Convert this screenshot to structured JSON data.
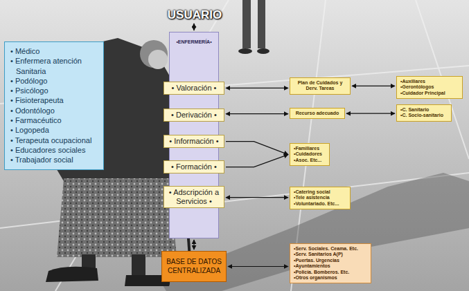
{
  "diagram": {
    "nodes": [
      {
        "text": [
          "USUARIO"
        ]
      },
      {
        "text": [
          "•ENFERMERÍA•"
        ]
      },
      {
        "text": [
          "• Valoración •"
        ],
        "in": 1
      },
      {
        "text": [
          "• Derivación •"
        ],
        "in": 1
      },
      {
        "text": [
          "• Información •"
        ],
        "in": 1
      },
      {
        "text": [
          "• Formación •"
        ],
        "in": 1
      },
      {
        "text": [
          "• Adscripción a Servicios •"
        ],
        "in": 1
      },
      {
        "text": [
          "• Médico",
          "• Enfermera atención Sanitaria",
          "• Podólogo",
          "• Psicólogo",
          "• Fisioterapeuta",
          "• Odontólogo",
          "• Farmacéutico",
          "• Logopeda",
          "• Terapeuta ocupacional",
          "• Educadores sociales",
          "• Trabajador social"
        ]
      },
      {
        "text": [
          "Plan de Cuidados y Derv. Tareas"
        ]
      },
      {
        "text": [
          "•Auxiliares",
          "•Gerontólogos",
          "•Cuidador Principal"
        ]
      },
      {
        "text": [
          "Recurso adecuado"
        ]
      },
      {
        "text": [
          "•C. Sanitario",
          "•C. Socio-sanitario"
        ]
      },
      {
        "text": [
          "•Familiares",
          "•Cuidadores",
          "•Asoc. Etc..."
        ]
      },
      {
        "text": [
          "•Catering social",
          "•Tele asistencia",
          "•Voluntariado. Etc..."
        ]
      },
      {
        "text": [
          "BASE DE DATOS CENTRALIZADA"
        ]
      },
      {
        "text": [
          "•Serv. Sociales. Ceama. Etc.",
          "•Serv. Sanitarios A(P)",
          "•Puertas. Urgencias",
          "•Ayuntamientos",
          "•Policía. Bomberos. Etc.",
          "•Otros organismos"
        ]
      }
    ],
    "edges": [
      {
        "from": 0,
        "to": 1,
        "arrow": "both"
      },
      {
        "from": 2,
        "to": 8,
        "arrow": "both"
      },
      {
        "from": 8,
        "to": 9,
        "arrow": "both"
      },
      {
        "from": 3,
        "to": 10,
        "arrow": "both"
      },
      {
        "from": 10,
        "to": 11,
        "arrow": "both"
      },
      {
        "from": 4,
        "to": 12,
        "arrow": "to"
      },
      {
        "from": 5,
        "to": 12,
        "arrow": "to"
      },
      {
        "from": 6,
        "to": 13,
        "arrow": "both"
      },
      {
        "from": 1,
        "to": 14,
        "arrow": "both"
      },
      {
        "from": 14,
        "to": 15,
        "arrow": "both"
      }
    ]
  }
}
